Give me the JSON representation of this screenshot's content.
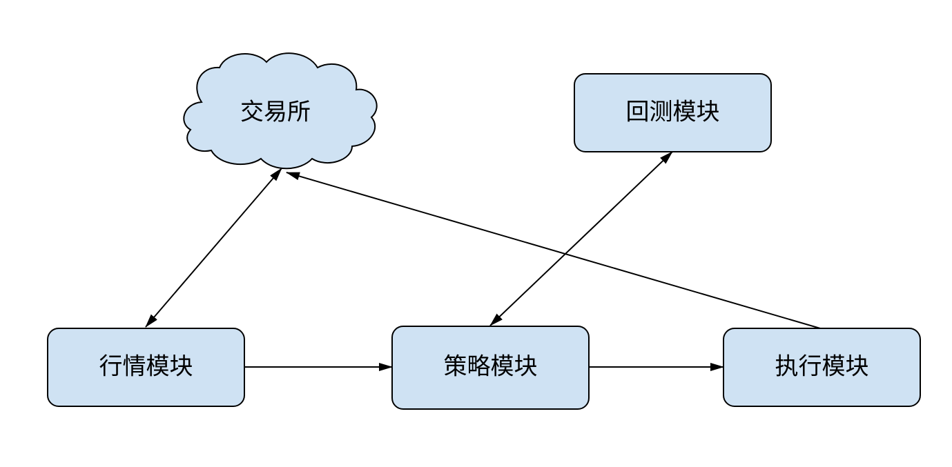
{
  "nodes": {
    "exchange": {
      "label": "交易所",
      "shape": "cloud"
    },
    "backtest": {
      "label": "回测模块",
      "shape": "rounded-rect"
    },
    "market": {
      "label": "行情模块",
      "shape": "rounded-rect"
    },
    "strategy": {
      "label": "策略模块",
      "shape": "rounded-rect"
    },
    "execution": {
      "label": "执行模块",
      "shape": "rounded-rect"
    }
  },
  "edges": [
    {
      "from": "exchange",
      "to": "market",
      "direction": "both"
    },
    {
      "from": "market",
      "to": "strategy",
      "direction": "forward"
    },
    {
      "from": "strategy",
      "to": "execution",
      "direction": "forward"
    },
    {
      "from": "backtest",
      "to": "strategy",
      "direction": "both"
    },
    {
      "from": "execution",
      "to": "exchange",
      "direction": "forward"
    }
  ],
  "colors": {
    "node_fill": "#cfe2f3",
    "stroke": "#000000"
  }
}
